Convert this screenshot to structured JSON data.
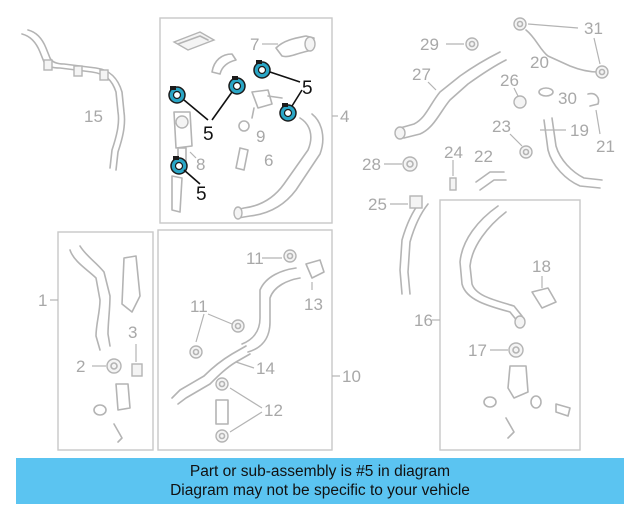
{
  "diagram": {
    "callouts": {
      "c1": "1",
      "c2": "2",
      "c3": "3",
      "c4": "4",
      "c5": "5",
      "c6": "6",
      "c7": "7",
      "c8": "8",
      "c9": "9",
      "c10": "10",
      "c11": "11",
      "c12": "12",
      "c13": "13",
      "c14": "14",
      "c15": "15",
      "c16": "16",
      "c17": "17",
      "c18": "18",
      "c19": "19",
      "c20": "20",
      "c21": "21",
      "c22": "22",
      "c23": "23",
      "c24": "24",
      "c25": "25",
      "c26": "26",
      "c27": "27",
      "c28": "28",
      "c29": "29",
      "c30": "30",
      "c31": "31"
    },
    "highlight_color": "#2aa6c6",
    "callout_color": "#a8a8a8",
    "box_color": "#c8c8c8"
  },
  "footer": {
    "line1": "Part or sub-assembly is #5 in diagram",
    "line2": "Diagram may not be specific to your vehicle",
    "background": "#5bc4f1"
  }
}
